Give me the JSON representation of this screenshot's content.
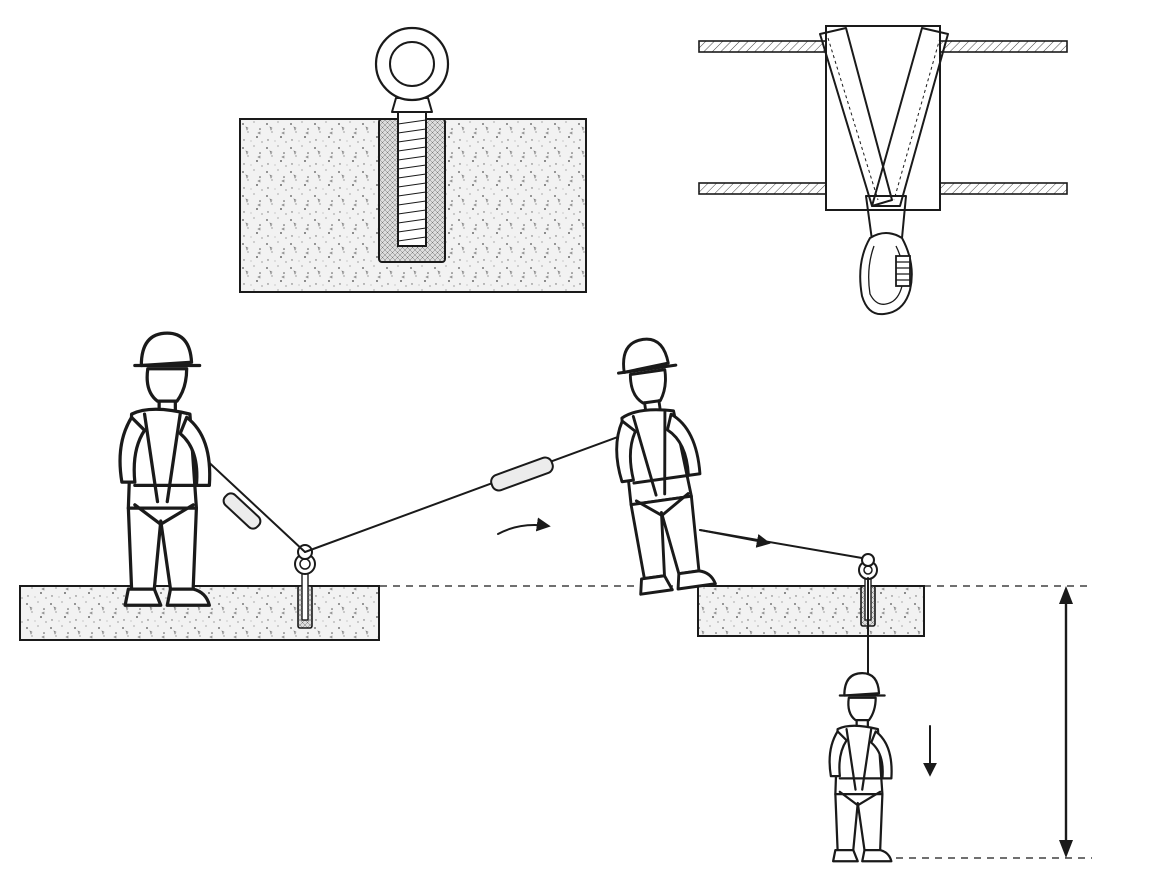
{
  "diagram": {
    "labels": [],
    "panels": [
      {
        "name": "eye-bolt-anchor-detail"
      },
      {
        "name": "beam-sling-anchor-detail"
      },
      {
        "name": "fall-arrest-sequence"
      }
    ],
    "colors": {
      "ink": "#1a1a1a",
      "concrete": "#efefef",
      "paper": "#ffffff"
    },
    "icons": [
      "arrow-right-icon",
      "arrow-down-icon",
      "dimension-arrow-icon"
    ]
  }
}
